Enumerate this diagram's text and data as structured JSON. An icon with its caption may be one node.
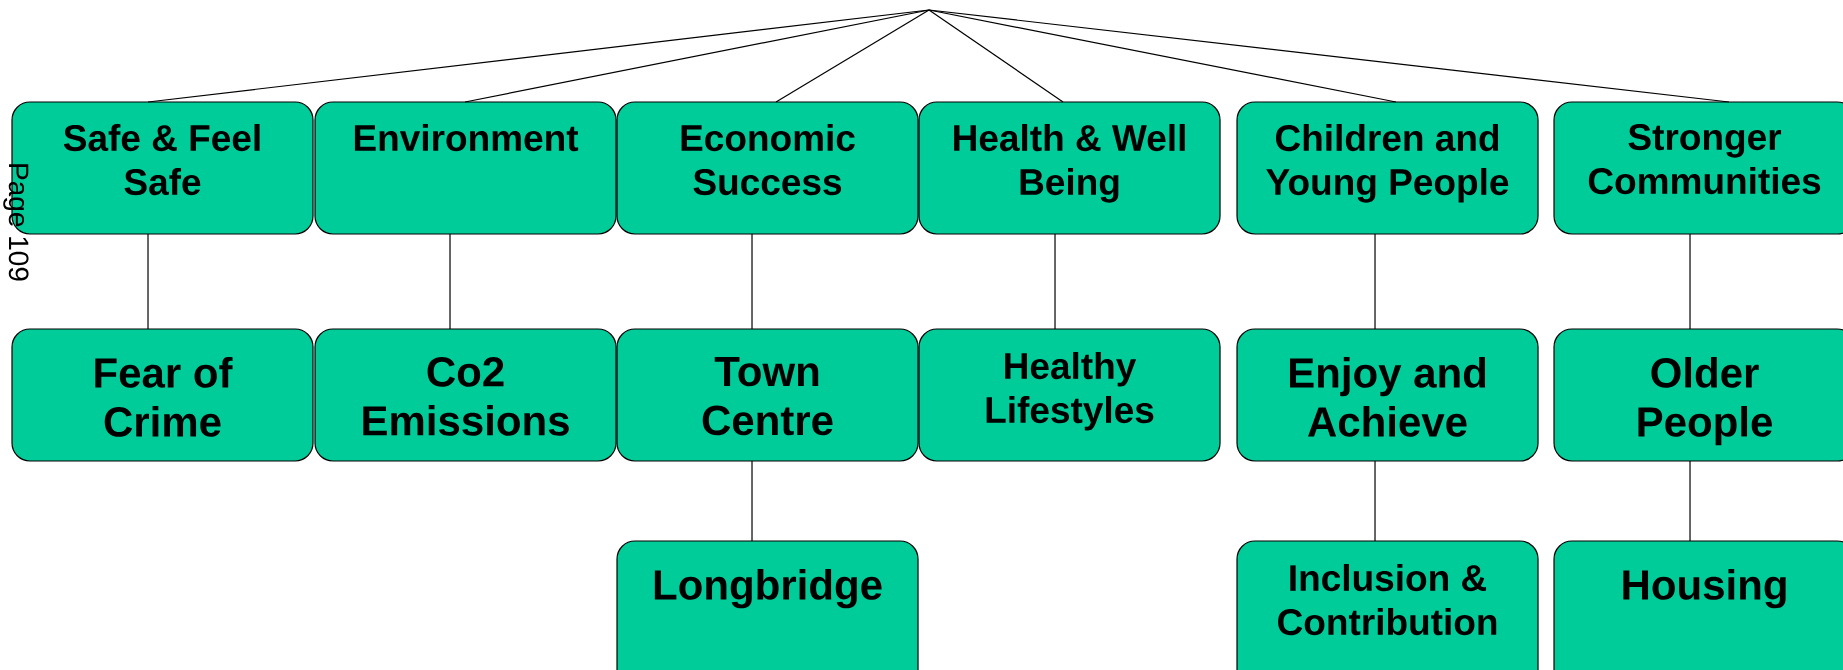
{
  "diagram": {
    "nodes": [
      {
        "text": [
          "Safe & Feel Safe"
        ]
      },
      {
        "text": [
          "Environment"
        ]
      },
      {
        "text": [
          "Economic Success"
        ]
      },
      {
        "text": [
          "Health & Well Being"
        ]
      },
      {
        "text": [
          "Children and Young People"
        ]
      },
      {
        "text": [
          "Stronger Communities"
        ]
      },
      {
        "text": [
          "Fear of Crime"
        ]
      },
      {
        "text": [
          "Co2 Emissions"
        ]
      },
      {
        "text": [
          "Town Centre"
        ]
      },
      {
        "text": [
          "Healthy Lifestyles"
        ]
      },
      {
        "text": [
          "Enjoy and Achieve"
        ]
      },
      {
        "text": [
          "Older People"
        ]
      },
      {
        "text": [
          "Longbridge"
        ]
      },
      {
        "text": [
          "Inclusion & Contribution"
        ]
      },
      {
        "text": [
          "Housing"
        ]
      }
    ],
    "edges": [
      {
        "from": null,
        "to": 0,
        "arrow": "none"
      },
      {
        "from": null,
        "to": 1,
        "arrow": "none"
      },
      {
        "from": null,
        "to": 2,
        "arrow": "none"
      },
      {
        "from": null,
        "to": 3,
        "arrow": "none"
      },
      {
        "from": null,
        "to": 4,
        "arrow": "none"
      },
      {
        "from": null,
        "to": 5,
        "arrow": "none"
      },
      {
        "from": 0,
        "to": 6,
        "arrow": "none"
      },
      {
        "from": 1,
        "to": 7,
        "arrow": "none"
      },
      {
        "from": 2,
        "to": 8,
        "arrow": "none"
      },
      {
        "from": 3,
        "to": 9,
        "arrow": "none"
      },
      {
        "from": 4,
        "to": 10,
        "arrow": "none"
      },
      {
        "from": 5,
        "to": 11,
        "arrow": "none"
      },
      {
        "from": 8,
        "to": 12,
        "arrow": "none"
      },
      {
        "from": 10,
        "to": 13,
        "arrow": "none"
      },
      {
        "from": 11,
        "to": 14,
        "arrow": "none"
      }
    ],
    "labels": [
      "Page 109"
    ]
  }
}
